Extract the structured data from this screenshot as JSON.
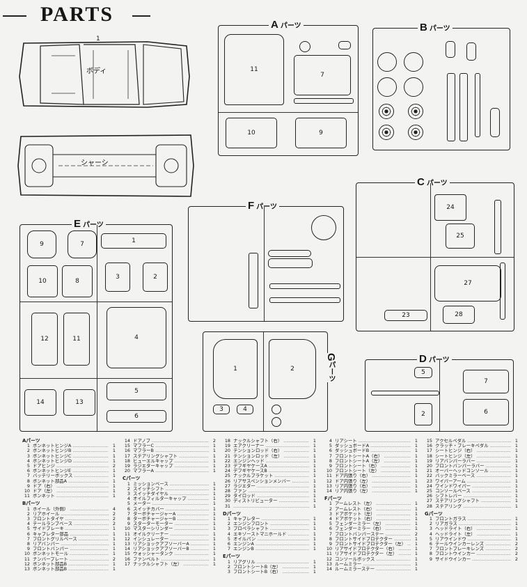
{
  "title": "PARTS",
  "body_label": "ボディ",
  "body_num": "1",
  "chassis_label": "シャーシ",
  "frames": {
    "A": {
      "letter": "A",
      "name": "パーツ"
    },
    "B": {
      "letter": "B",
      "name": "パーツ"
    },
    "C": {
      "letter": "C",
      "name": "パーツ"
    },
    "D": {
      "letter": "D",
      "name": "パーツ"
    },
    "E": {
      "letter": "E",
      "name": "パーツ"
    },
    "F": {
      "letter": "F",
      "name": "パーツ"
    },
    "G": {
      "letter": "G",
      "name": "パーツ"
    }
  },
  "parts_list": [
    {
      "header": "Aパーツ",
      "rows": [
        {
          "n": "1",
          "t": "ボンネットヒンジA",
          "q": "1"
        },
        {
          "n": "2",
          "t": "ボンネットヒンジB",
          "q": "1"
        },
        {
          "n": "3",
          "t": "ボンネットヒンジC",
          "q": "1"
        },
        {
          "n": "4",
          "t": "ボンネットヒンジD",
          "q": "1"
        },
        {
          "n": "5",
          "t": "ドアヒンジ",
          "q": "2"
        },
        {
          "n": "6",
          "t": "ボンネットヒンジE",
          "q": "1"
        },
        {
          "n": "7",
          "t": "バッテリーボックス",
          "q": "1"
        },
        {
          "n": "8",
          "t": "ボンネット部品A",
          "q": "1"
        },
        {
          "n": "9",
          "t": "ドア（右）",
          "q": "1"
        },
        {
          "n": "10",
          "t": "ドア（左）",
          "q": "1"
        },
        {
          "n": "11",
          "t": "ボンネット",
          "q": "1"
        }
      ]
    },
    {
      "header": "Bパーツ",
      "rows": [
        {
          "n": "1",
          "t": "ホイール（外側）",
          "q": "4"
        },
        {
          "n": "2",
          "t": "リアホイール",
          "q": "2"
        },
        {
          "n": "3",
          "t": "フロントタイヤ",
          "q": "2"
        },
        {
          "n": "4",
          "t": "テールランプベース",
          "q": "2"
        },
        {
          "n": "5",
          "t": "サイドブレーキ",
          "q": "1"
        },
        {
          "n": "6",
          "t": "キャブレター部品",
          "q": "1"
        },
        {
          "n": "7",
          "t": "フロントグリルベース",
          "q": "1"
        },
        {
          "n": "8",
          "t": "リアバンパー",
          "q": "1"
        },
        {
          "n": "9",
          "t": "フロントバンパー",
          "q": "1"
        },
        {
          "n": "10",
          "t": "ボンネットモール",
          "q": "1"
        },
        {
          "n": "11",
          "t": "ナンバープレート",
          "q": "2"
        },
        {
          "n": "12",
          "t": "ボンネット部品B",
          "q": "1"
        },
        {
          "n": "13",
          "t": "ボンネット部品B",
          "q": "1"
        }
      ]
    },
    {
      "header": "",
      "rows": [
        {
          "n": "14",
          "t": "ドアノブ",
          "q": "2"
        },
        {
          "n": "15",
          "t": "マフラーC",
          "q": "1"
        },
        {
          "n": "16",
          "t": "マフラーB",
          "q": "1"
        },
        {
          "n": "17",
          "t": "ステアリングシャフト",
          "q": "1"
        },
        {
          "n": "18",
          "t": "ヒューエルキャップ",
          "q": "1"
        },
        {
          "n": "19",
          "t": "ラジエターキャップ",
          "q": "1"
        },
        {
          "n": "20",
          "t": "マフラーA",
          "q": "1"
        }
      ]
    },
    {
      "header": "Cパーツ",
      "rows": [
        {
          "n": "1",
          "t": "ミッションベース",
          "q": "1"
        },
        {
          "n": "2",
          "t": "スイッチシフト",
          "q": "1"
        },
        {
          "n": "3",
          "t": "スイッチダイヤル",
          "q": "1"
        },
        {
          "n": "4",
          "t": "オイルフィルターキャップ",
          "q": "1"
        },
        {
          "n": "5",
          "t": "メーター",
          "q": "1"
        },
        {
          "n": "6",
          "t": "スイッチカバー",
          "q": "1"
        },
        {
          "n": "7",
          "t": "ターボチャージャーA",
          "q": "1"
        },
        {
          "n": "8",
          "t": "ターボチャージャーB",
          "q": "1"
        },
        {
          "n": "9",
          "t": "スターターモーター",
          "q": "1"
        },
        {
          "n": "10",
          "t": "マスターシリンダー",
          "q": "1"
        },
        {
          "n": "11",
          "t": "オイルクリーナー",
          "q": "1"
        },
        {
          "n": "12",
          "t": "インシュレーター",
          "q": "1"
        },
        {
          "n": "13",
          "t": "リアショックアブソーバーA",
          "q": "1"
        },
        {
          "n": "14",
          "t": "リアショックアブソーバーB",
          "q": "1"
        },
        {
          "n": "15",
          "t": "ウォッシャータンク",
          "q": "1"
        },
        {
          "n": "16",
          "t": "ファンベルト",
          "q": "1"
        },
        {
          "n": "17",
          "t": "ナックルシャフト（左）",
          "q": "1"
        }
      ]
    },
    {
      "header": "",
      "rows": [
        {
          "n": "18",
          "t": "ナックルシャフト（右）",
          "q": "1"
        },
        {
          "n": "19",
          "t": "エアクリーナー",
          "q": "1"
        },
        {
          "n": "20",
          "t": "テンションロッド（右）",
          "q": "1"
        },
        {
          "n": "21",
          "t": "テンションロッド（左）",
          "q": "1"
        },
        {
          "n": "22",
          "t": "エンジンヘッド",
          "q": "1"
        },
        {
          "n": "23",
          "t": "デフギヤケースA",
          "q": "1"
        },
        {
          "n": "24",
          "t": "デフギヤケースB",
          "q": "1"
        },
        {
          "n": "25",
          "t": "ナックルブラケット",
          "q": "1"
        },
        {
          "n": "26",
          "t": "リアサスペンションメンバー",
          "q": "1"
        },
        {
          "n": "27",
          "t": "ラジエター",
          "q": "1"
        },
        {
          "n": "28",
          "t": "ファン",
          "q": "1"
        },
        {
          "n": "29",
          "t": "タイロッド",
          "q": "1"
        },
        {
          "n": "30",
          "t": "ディストリビューター",
          "q": "1"
        },
        {
          "n": "31",
          "t": "",
          "q": "1"
        }
      ]
    },
    {
      "header": "Dパーツ",
      "rows": [
        {
          "n": "1",
          "t": "キャブレター",
          "q": "1"
        },
        {
          "n": "2",
          "t": "エンジンフロント",
          "q": "1"
        },
        {
          "n": "3",
          "t": "プロペラシャフト",
          "q": "1"
        },
        {
          "n": "4",
          "t": "エキゾーストマニホールド",
          "q": "1"
        },
        {
          "n": "5",
          "t": "オイルパン",
          "q": "1"
        },
        {
          "n": "6",
          "t": "エンジンA",
          "q": "1"
        },
        {
          "n": "7",
          "t": "エンジンB",
          "q": "1"
        }
      ]
    },
    {
      "header": "Eパーツ",
      "rows": [
        {
          "n": "1",
          "t": "リアグリル",
          "q": "1"
        },
        {
          "n": "2",
          "t": "フロントシートB（左）",
          "q": "1"
        },
        {
          "n": "3",
          "t": "フロントシートB（右）",
          "q": "1"
        }
      ]
    },
    {
      "header": "",
      "rows": [
        {
          "n": "4",
          "t": "リアシート",
          "q": "1"
        },
        {
          "n": "5",
          "t": "ダッシュボードA",
          "q": "1"
        },
        {
          "n": "6",
          "t": "ダッシュボードB",
          "q": "1"
        },
        {
          "n": "7",
          "t": "フロントシートA（右）",
          "q": "1"
        },
        {
          "n": "8",
          "t": "フロントシートA（左）",
          "q": "1"
        },
        {
          "n": "9",
          "t": "フロントシート（右）",
          "q": "1"
        },
        {
          "n": "10",
          "t": "フロントシート（左）",
          "q": "1"
        },
        {
          "n": "11",
          "t": "ドア内張り（右）",
          "q": "1"
        },
        {
          "n": "12",
          "t": "ドア内張り（左）",
          "q": "1"
        },
        {
          "n": "13",
          "t": "リア内張り（右）",
          "q": "1"
        },
        {
          "n": "14",
          "t": "リア内張り（左）",
          "q": "1"
        }
      ]
    },
    {
      "header": "Fパーツ",
      "rows": [
        {
          "n": "1",
          "t": "アームレスト（左）",
          "q": "1"
        },
        {
          "n": "2",
          "t": "アームレスト（右）",
          "q": "1"
        },
        {
          "n": "3",
          "t": "ドアポケット（左）",
          "q": "1"
        },
        {
          "n": "4",
          "t": "ドアポケット（右）",
          "q": "1"
        },
        {
          "n": "5",
          "t": "フェンダーミラー（左）",
          "q": "1"
        },
        {
          "n": "6",
          "t": "フェンダーミラー（右）",
          "q": "1"
        },
        {
          "n": "7",
          "t": "フロントバンパーステー",
          "q": "2"
        },
        {
          "n": "8",
          "t": "フロントサイドプロテクター",
          "q": "1"
        },
        {
          "n": "9",
          "t": "フロントサイドプロテクター（左）",
          "q": "1"
        },
        {
          "n": "10",
          "t": "リアサイドプロテクター（右）",
          "q": "1"
        },
        {
          "n": "11",
          "t": "リアサイドプロテクター（左）",
          "q": "1"
        },
        {
          "n": "12",
          "t": "コンソールボックス",
          "q": "1"
        },
        {
          "n": "13",
          "t": "ルームミラー",
          "q": "1"
        },
        {
          "n": "14",
          "t": "ルームミラーステー",
          "q": "1"
        }
      ]
    },
    {
      "header": "",
      "rows": [
        {
          "n": "15",
          "t": "アクセルペダル",
          "q": "1"
        },
        {
          "n": "16",
          "t": "クラッチ・ブレーキペダル",
          "q": "1"
        },
        {
          "n": "17",
          "t": "シートヒンジ（右）",
          "q": "1"
        },
        {
          "n": "18",
          "t": "シートヒンジ（左）",
          "q": "1"
        },
        {
          "n": "19",
          "t": "リアバンパーラバー",
          "q": "1"
        },
        {
          "n": "20",
          "t": "フロントバンパーラバー",
          "q": "1"
        },
        {
          "n": "21",
          "t": "オーバーヘッドコンソール",
          "q": "1"
        },
        {
          "n": "22",
          "t": "バックミラーベース",
          "q": "1"
        },
        {
          "n": "23",
          "t": "ワイパーアーム",
          "q": "1"
        },
        {
          "n": "24",
          "t": "ワインドワイパー",
          "q": "1"
        },
        {
          "n": "25",
          "t": "コンソールベース",
          "q": "1"
        },
        {
          "n": "26",
          "t": "シフトレバー",
          "q": "1"
        },
        {
          "n": "27",
          "t": "ステアリングシャフト",
          "q": "1"
        },
        {
          "n": "28",
          "t": "ステアリング",
          "q": "1"
        }
      ]
    },
    {
      "header": "Gパーツ",
      "rows": [
        {
          "n": "1",
          "t": "フロントガラス",
          "q": "1"
        },
        {
          "n": "2",
          "t": "リアガラス",
          "q": "1"
        },
        {
          "n": "3",
          "t": "ヘッドライト（右）",
          "q": "1"
        },
        {
          "n": "4",
          "t": "ヘッドライト（左）",
          "q": "1"
        },
        {
          "n": "5",
          "t": "リアウインドウ",
          "q": "1"
        },
        {
          "n": "6",
          "t": "テールウインカーレンズ",
          "q": "2"
        },
        {
          "n": "7",
          "t": "フロントブレーキレンズ",
          "q": "2"
        },
        {
          "n": "8",
          "t": "フロントウインカー",
          "q": "2"
        },
        {
          "n": "9",
          "t": "サイドウインカー",
          "q": "2"
        }
      ]
    }
  ]
}
